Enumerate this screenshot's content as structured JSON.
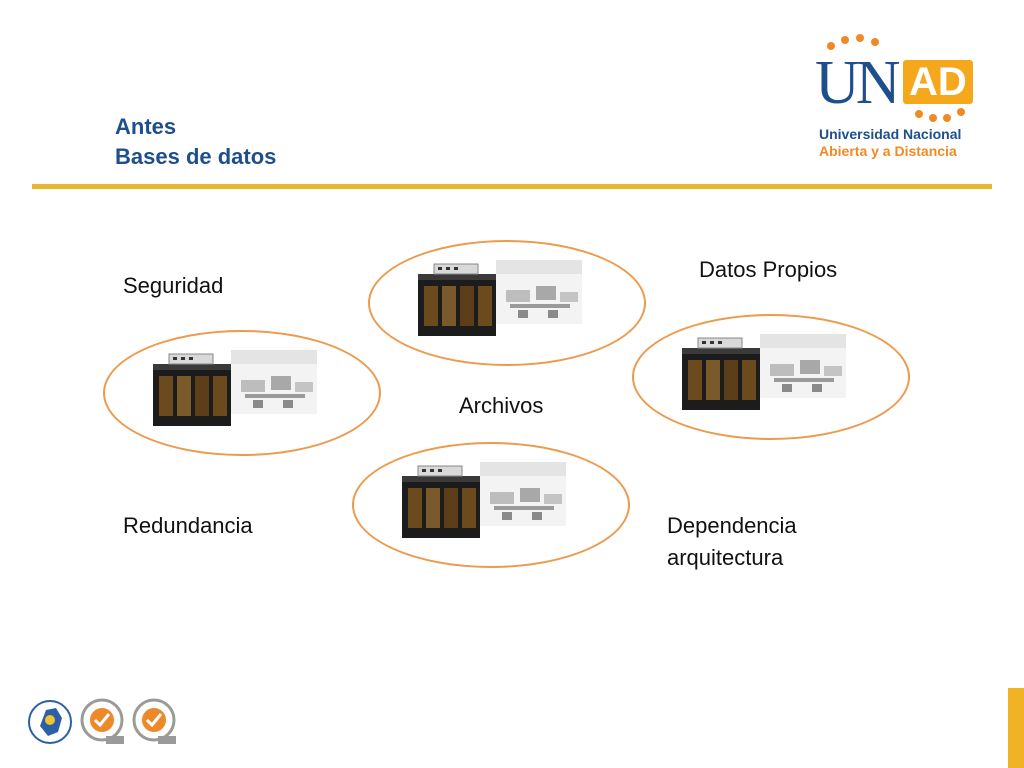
{
  "header": {
    "title_line1": "Antes",
    "title_line2": "Bases de datos"
  },
  "logo": {
    "letters_main": "UN",
    "letters_accent": "AD",
    "line1": "Universidad Nacional",
    "line2": "Abierta y a Distancia"
  },
  "diagram": {
    "labels": {
      "seguridad": "Seguridad",
      "datos_propios": "Datos Propios",
      "archivos": "Archivos",
      "redundancia": "Redundancia",
      "dependencia_line1": "Dependencia",
      "dependencia_line2": "arquitectura"
    },
    "nodes": [
      {
        "icon": "mainframe-computer-icon"
      },
      {
        "icon": "mainframe-computer-icon"
      },
      {
        "icon": "mainframe-computer-icon"
      },
      {
        "icon": "mainframe-computer-icon"
      }
    ]
  },
  "footer": {
    "badges": [
      "colombia-seal-icon",
      "sgs-certification-icon",
      "sgs-certification-icon"
    ]
  },
  "colors": {
    "title_blue": "#1f4e8c",
    "rule_gold": "#e8b72b",
    "ellipse_orange": "#ec9a4c",
    "logo_orange": "#f08a24"
  }
}
